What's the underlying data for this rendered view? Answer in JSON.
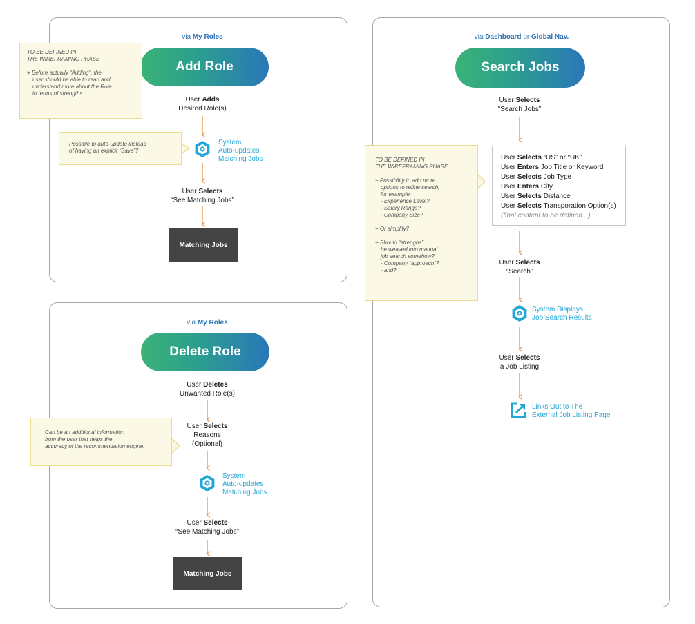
{
  "add_role": {
    "via_prefix": "via",
    "via_link": "My Roles",
    "title": "Add Role",
    "step1_pre": "User",
    "step1_bold": "Adds",
    "step1_line2": "Desired Role(s)",
    "system_lines": [
      "System",
      "Auto-updates",
      "Matching Jobs"
    ],
    "step2_pre": "User",
    "step2_bold": "Selects",
    "step2_line2": "“See Matching Jobs”",
    "result": "Matching Jobs",
    "note1_lines": [
      "TO BE DEFINED IN",
      "THE WIREFRAMING PHASE",
      "",
      "+ Before actually “Adding”, the",
      "user should be able to read and",
      "understand more about the Role",
      "in terms of strengths."
    ],
    "note2_lines": [
      "Possible to auto-update instead",
      "of having an explicit “Save”?"
    ]
  },
  "delete_role": {
    "via_prefix": "via",
    "via_link": "My Roles",
    "title": "Delete Role",
    "step1_pre": "User",
    "step1_bold": "Deletes",
    "step1_line2": "Unwanted Role(s)",
    "step2_pre": "User",
    "step2_bold": "Selects",
    "step2_line2": "Reasons",
    "step2_line3": "(Optional)",
    "system_lines": [
      "System",
      "Auto-updates",
      "Matching Jobs"
    ],
    "step3_pre": "User",
    "step3_bold": "Selects",
    "step3_line2": "“See Matching Jobs”",
    "result": "Matching Jobs",
    "note_lines": [
      "Can be an additional information",
      "from the user that helps the",
      "accuracy of the recommendation engine."
    ]
  },
  "search_jobs": {
    "via_prefix": "via",
    "via_link1": "Dashboard",
    "via_or": "or",
    "via_link2": "Global Nav.",
    "title": "Search Jobs",
    "step1_pre": "User",
    "step1_bold": "Selects",
    "step1_line2": "“Search Jobs”",
    "criteria": [
      {
        "pre": "User",
        "bold": "Selects",
        "rest": "“US” or “UK”"
      },
      {
        "pre": "User",
        "bold": "Enters",
        "rest": "Job Title or Keyword"
      },
      {
        "pre": "User",
        "bold": "Selects",
        "rest": "Job Type"
      },
      {
        "pre": "User",
        "bold": "Enters",
        "rest": "City"
      },
      {
        "pre": "User",
        "bold": "Selects",
        "rest": "Distance"
      },
      {
        "pre": "User",
        "bold": "Selects",
        "rest": "Transporation Option(s)"
      }
    ],
    "criteria_note": "(final content to be defined...)",
    "step2_pre": "User",
    "step2_bold": "Selects",
    "step2_line2": "“Search”",
    "system_lines": [
      "System Displays",
      "Job Search Results"
    ],
    "step3_pre": "User",
    "step3_bold": "Selects",
    "step3_line2": "a Job Listing",
    "link_lines": [
      "Links Out to The",
      "External Job Listing Page"
    ],
    "note_lines": [
      "TO BE DEFINED IN",
      "THE WIREFRAMING PHASE",
      "",
      "+ Possibility to add more",
      "options to refine search,",
      "for example:",
      "- Experience Level?",
      "- Salary Range?",
      "- Company Size?",
      "",
      "+ Or simplify?",
      "",
      "+ Should “strenghs”",
      "be weaved into manual",
      "job search somehow?",
      "- Company “approach”?",
      "- and?"
    ]
  },
  "colors": {
    "arrow": "#e8944a",
    "system": "#21a6d6",
    "link": "#2a73b5",
    "note_bg": "#fbf8e6",
    "note_border": "#e8dd8f",
    "result_bg": "#444444",
    "gradient": [
      "#3bb277",
      "#2a77b8"
    ]
  },
  "icons": {
    "system": "hexagon-gear-icon",
    "link_out": "external-link-icon"
  }
}
